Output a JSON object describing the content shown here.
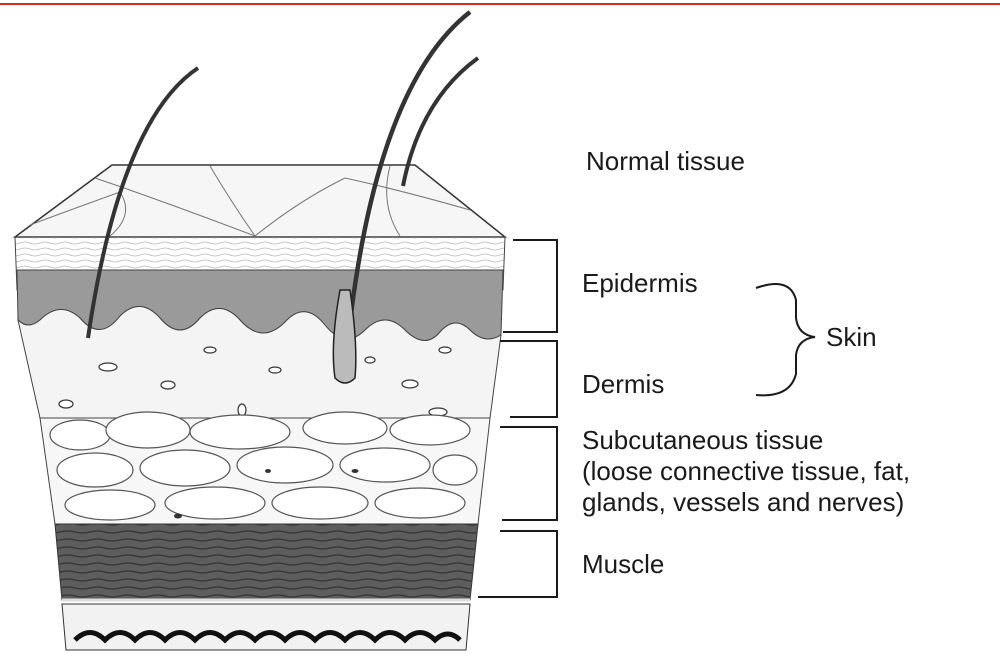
{
  "colors": {
    "frame_line": "#e0281e",
    "ink": "#1a1a1a",
    "tissue_light": "#f3f3f3",
    "epidermis_gray": "#9a9a9a",
    "muscle_dark": "#555555"
  },
  "labels": {
    "normal_tissue": "Normal tissue",
    "epidermis": "Epidermis",
    "dermis": "Dermis",
    "skin": "Skin",
    "subcutaneous_line1": "Subcutaneous tissue",
    "subcutaneous_line2": "(loose connective tissue, fat,",
    "subcutaneous_line3": "glands, vessels and nerves)",
    "muscle": "Muscle"
  }
}
